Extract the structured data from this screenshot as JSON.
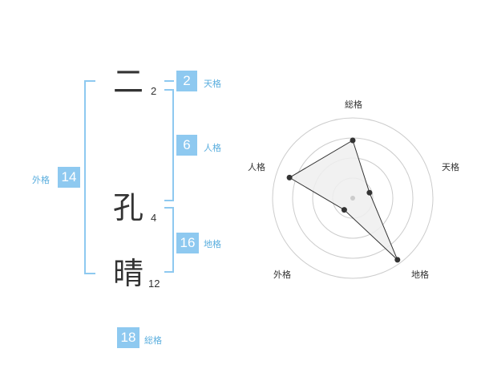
{
  "name": {
    "chars": [
      {
        "kanji": "二",
        "strokes": "2"
      },
      {
        "kanji": "孔",
        "strokes": "4"
      },
      {
        "kanji": "晴",
        "strokes": "12"
      }
    ]
  },
  "kaku": {
    "tenkaku": {
      "value": "2",
      "label": "天格"
    },
    "jinkaku": {
      "value": "6",
      "label": "人格"
    },
    "chikaku": {
      "value": "16",
      "label": "地格"
    },
    "gaikaku": {
      "value": "14",
      "label": "外格"
    },
    "soukaku": {
      "value": "18",
      "label": "総格"
    }
  },
  "chart_data": {
    "type": "radar",
    "axes": [
      "総格",
      "天格",
      "地格",
      "外格",
      "人格"
    ],
    "rings": 4,
    "points": [
      0.72,
      0.22,
      0.95,
      0.18,
      0.83
    ],
    "colors": {
      "fill": "#eeeeee",
      "stroke": "#333333",
      "ring": "#cccccc",
      "center": "#cccccc",
      "accent": "#8ec9f0"
    }
  }
}
